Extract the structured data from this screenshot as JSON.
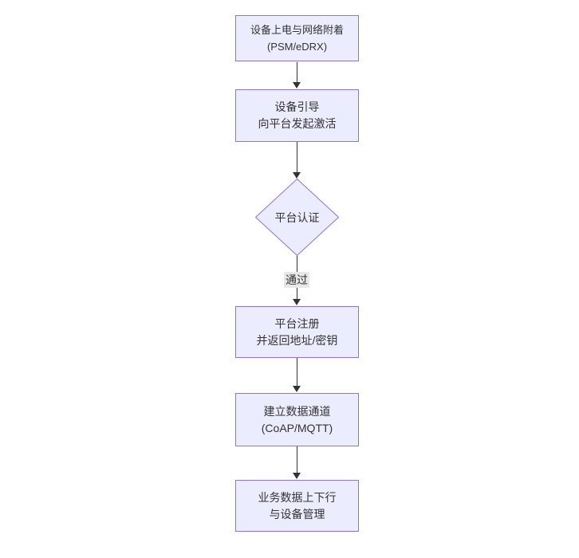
{
  "diagram": {
    "type": "flowchart",
    "direction": "top-down",
    "colors": {
      "background": "#ffffff",
      "node_fill": "#ECECFF",
      "node_border": "#9370DB",
      "text": "#333333",
      "arrow": "#333333",
      "edge_label_bg": "#e8e8e8"
    },
    "nodes": [
      {
        "id": "power-on",
        "shape": "rect",
        "lines": [
          "设备上电与网络附着",
          "(PSM/eDRX)"
        ]
      },
      {
        "id": "bootstrap",
        "shape": "rect",
        "lines": [
          "设备引导",
          "向平台发起激活"
        ]
      },
      {
        "id": "platform-auth",
        "shape": "diamond",
        "lines": [
          "平台认证"
        ]
      },
      {
        "id": "register",
        "shape": "rect",
        "lines": [
          "平台注册",
          "并返回地址/密钥"
        ]
      },
      {
        "id": "data-channel",
        "shape": "rect",
        "lines": [
          "建立数据通道",
          "(CoAP/MQTT)"
        ]
      },
      {
        "id": "business-data",
        "shape": "rect",
        "lines": [
          "业务数据上下行",
          "与设备管理"
        ]
      }
    ],
    "edges": [
      {
        "from": "power-on",
        "to": "bootstrap",
        "label": ""
      },
      {
        "from": "bootstrap",
        "to": "platform-auth",
        "label": ""
      },
      {
        "from": "platform-auth",
        "to": "register",
        "label": "通过"
      },
      {
        "from": "register",
        "to": "data-channel",
        "label": ""
      },
      {
        "from": "data-channel",
        "to": "business-data",
        "label": ""
      }
    ]
  }
}
